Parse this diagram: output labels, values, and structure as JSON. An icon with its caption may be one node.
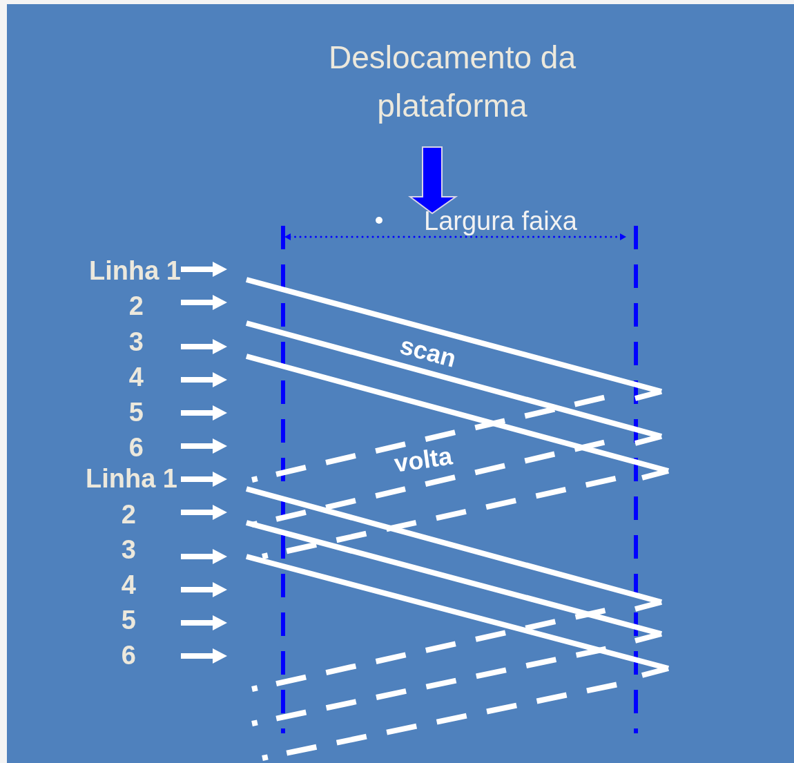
{
  "diagram": {
    "title": "Deslocamento da plataforma",
    "labels": [
      "Linha 1",
      "2",
      "3",
      "4",
      "5",
      "6",
      "Linha 1",
      "2",
      "3",
      "4",
      "5",
      "6",
      "Largura faixa",
      "scan",
      "volta"
    ]
  }
}
